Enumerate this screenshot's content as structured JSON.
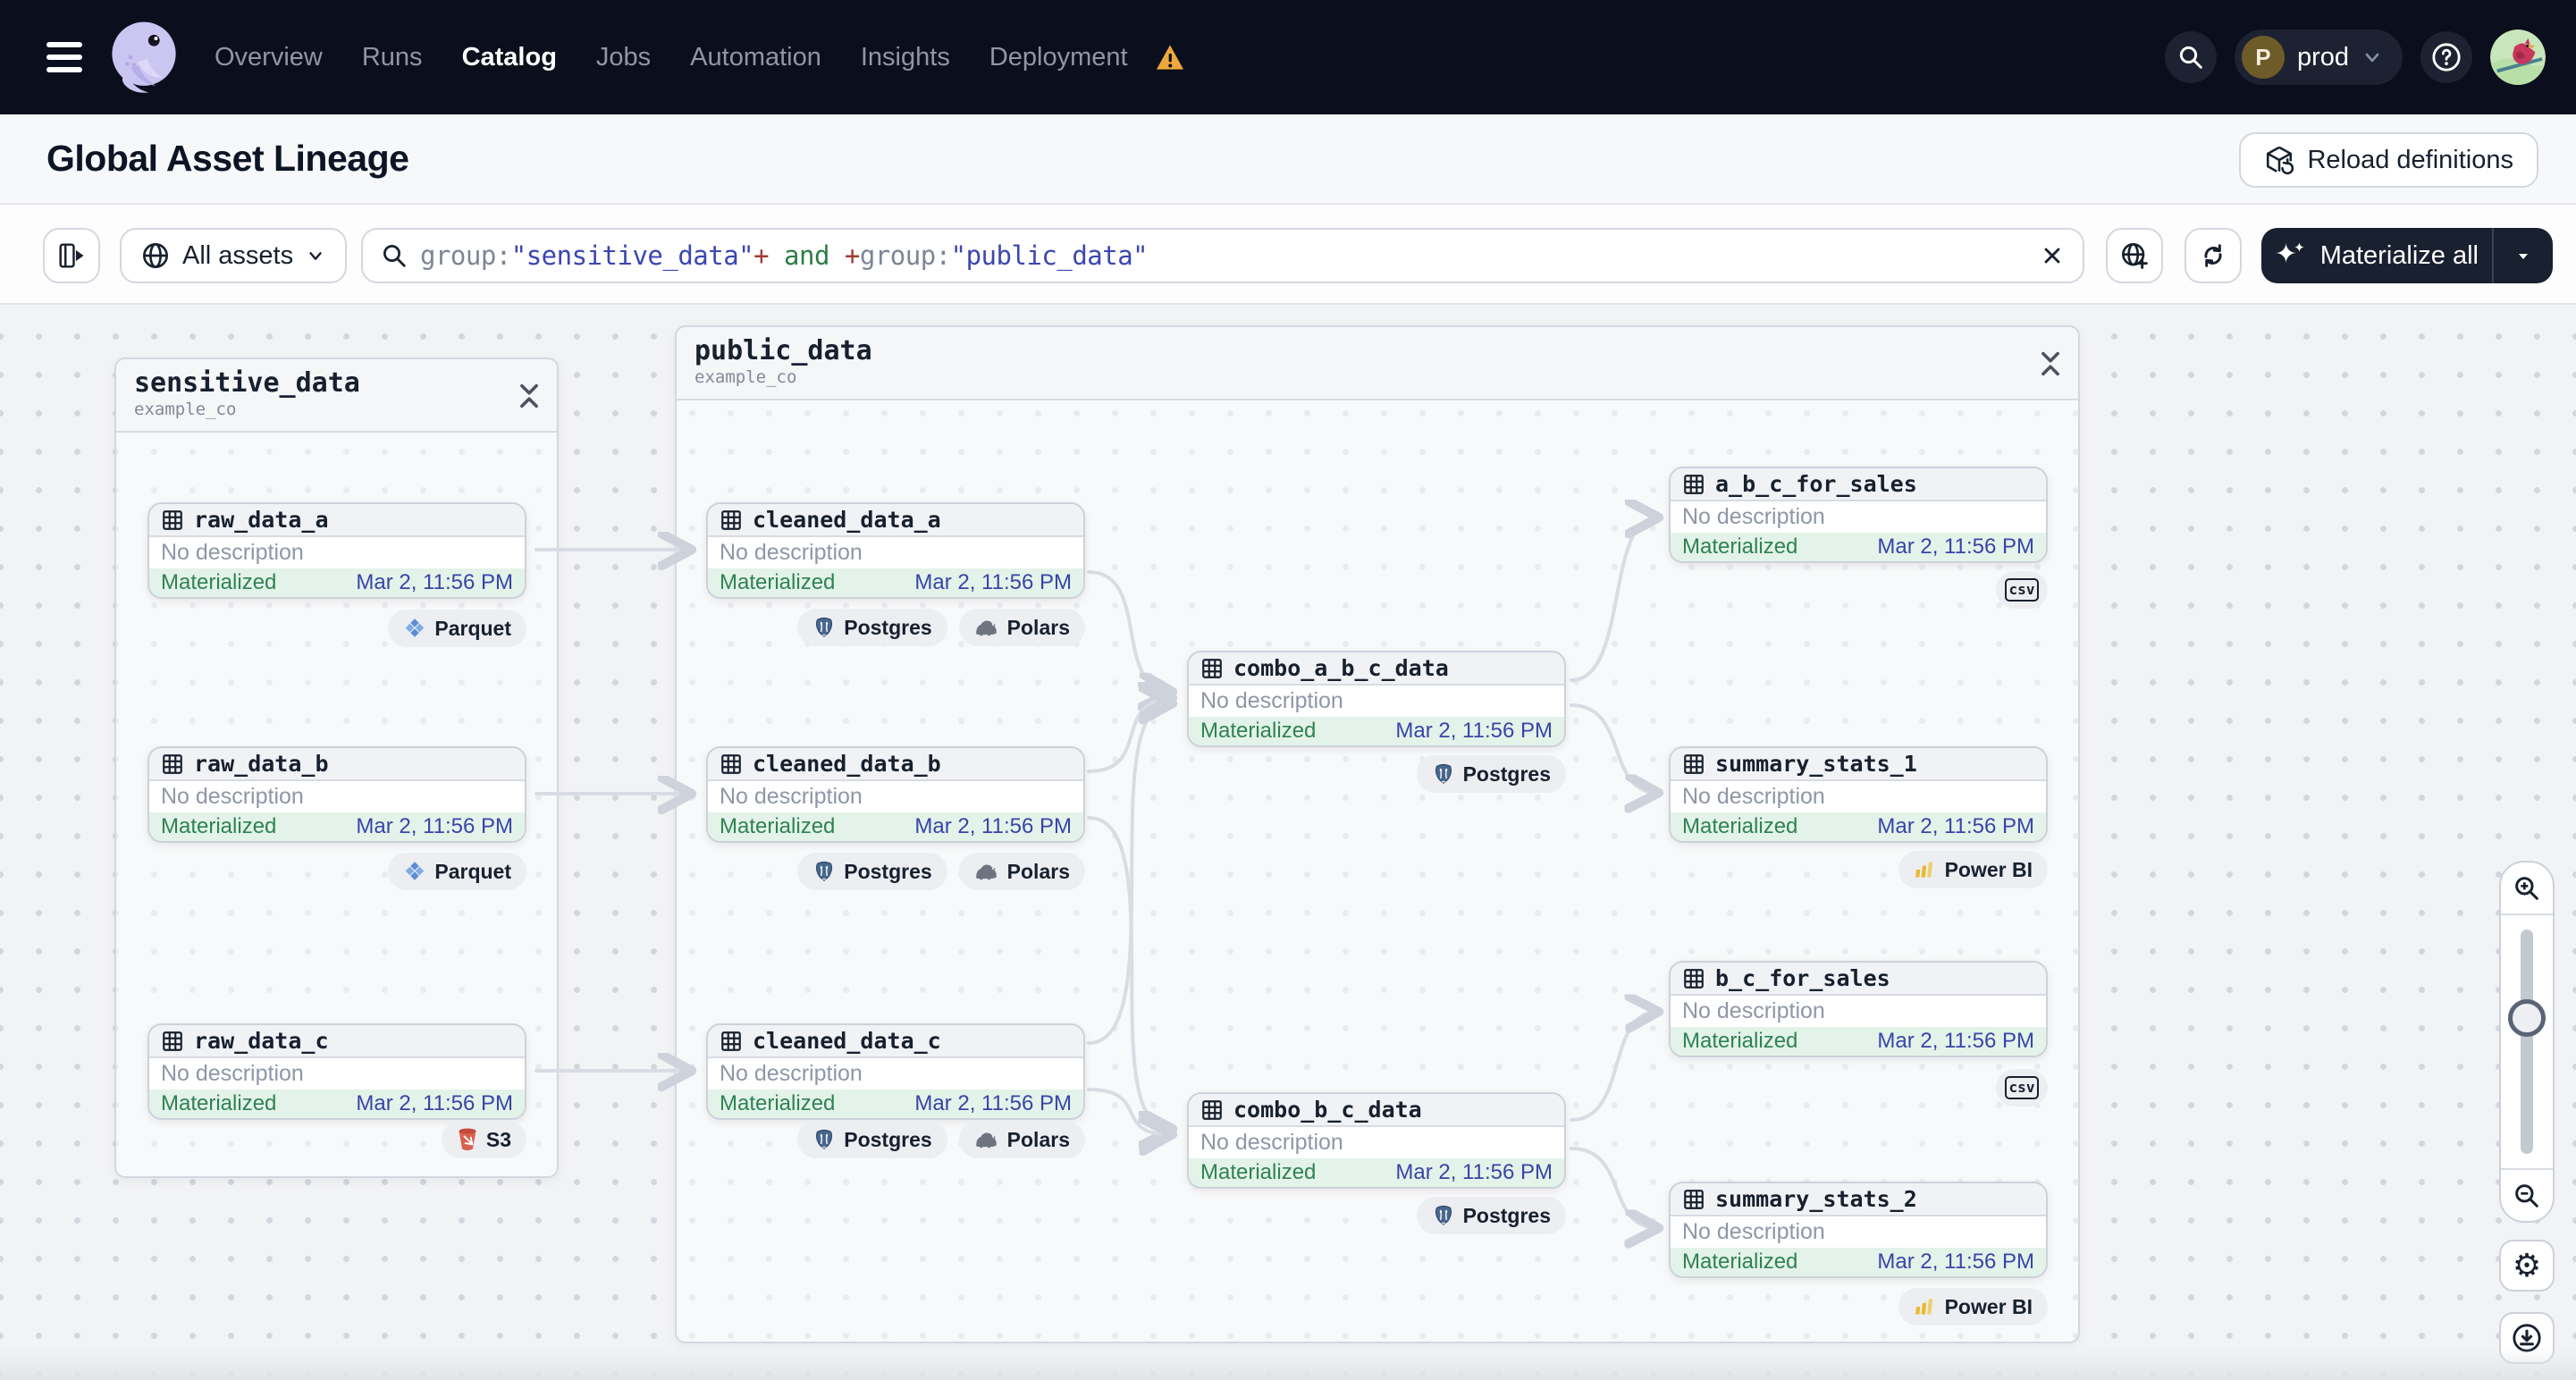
{
  "topbar": {
    "nav": {
      "overview": "Overview",
      "runs": "Runs",
      "catalog": "Catalog",
      "jobs": "Jobs",
      "automation": "Automation",
      "insights": "Insights",
      "deployment": "Deployment"
    },
    "active_tab": "Catalog",
    "env": {
      "initial": "P",
      "name": "prod"
    }
  },
  "header": {
    "title": "Global Asset Lineage",
    "reload_button": "Reload definitions"
  },
  "filterbar": {
    "all_assets_label": "All assets",
    "materialize_label": "Materialize all",
    "search": {
      "tokens": {
        "key1": "group:",
        "val1": "\"sensitive_data\"",
        "plus1": "+",
        "and": " and ",
        "plus2": "+",
        "key2": "group:",
        "val2": "\"public_data\""
      }
    }
  },
  "groups": {
    "sensitive_data": {
      "name": "sensitive_data",
      "repo": "example_co"
    },
    "public_data": {
      "name": "public_data",
      "repo": "example_co"
    }
  },
  "badges": {
    "parquet": "Parquet",
    "postgres": "Postgres",
    "polars": "Polars",
    "s3": "S3",
    "powerbi": "Power BI",
    "csv": "csv"
  },
  "nodes": {
    "raw_data_a": {
      "name": "raw_data_a",
      "description": "No description",
      "status": "Materialized",
      "timestamp": "Mar 2, 11:56 PM"
    },
    "raw_data_b": {
      "name": "raw_data_b",
      "description": "No description",
      "status": "Materialized",
      "timestamp": "Mar 2, 11:56 PM"
    },
    "raw_data_c": {
      "name": "raw_data_c",
      "description": "No description",
      "status": "Materialized",
      "timestamp": "Mar 2, 11:56 PM"
    },
    "cleaned_data_a": {
      "name": "cleaned_data_a",
      "description": "No description",
      "status": "Materialized",
      "timestamp": "Mar 2, 11:56 PM"
    },
    "cleaned_data_b": {
      "name": "cleaned_data_b",
      "description": "No description",
      "status": "Materialized",
      "timestamp": "Mar 2, 11:56 PM"
    },
    "cleaned_data_c": {
      "name": "cleaned_data_c",
      "description": "No description",
      "status": "Materialized",
      "timestamp": "Mar 2, 11:56 PM"
    },
    "combo_a_b_c_data": {
      "name": "combo_a_b_c_data",
      "description": "No description",
      "status": "Materialized",
      "timestamp": "Mar 2, 11:56 PM"
    },
    "combo_b_c_data": {
      "name": "combo_b_c_data",
      "description": "No description",
      "status": "Materialized",
      "timestamp": "Mar 2, 11:56 PM"
    },
    "a_b_c_for_sales": {
      "name": "a_b_c_for_sales",
      "description": "No description",
      "status": "Materialized",
      "timestamp": "Mar 2, 11:56 PM"
    },
    "summary_stats_1": {
      "name": "summary_stats_1",
      "description": "No description",
      "status": "Materialized",
      "timestamp": "Mar 2, 11:56 PM"
    },
    "b_c_for_sales": {
      "name": "b_c_for_sales",
      "description": "No description",
      "status": "Materialized",
      "timestamp": "Mar 2, 11:56 PM"
    },
    "summary_stats_2": {
      "name": "summary_stats_2",
      "description": "No description",
      "status": "Materialized",
      "timestamp": "Mar 2, 11:56 PM"
    }
  },
  "icons": {
    "gear": "⚙",
    "sparkle_large": "✦",
    "sparkle_small": "✦"
  },
  "colors": {
    "topbar_bg": "#0b0e1c",
    "status_green": "#2f8254",
    "timestamp_indigo": "#3a44a8",
    "warning_orange": "#eda83d",
    "materialize_bg": "#19202f"
  }
}
